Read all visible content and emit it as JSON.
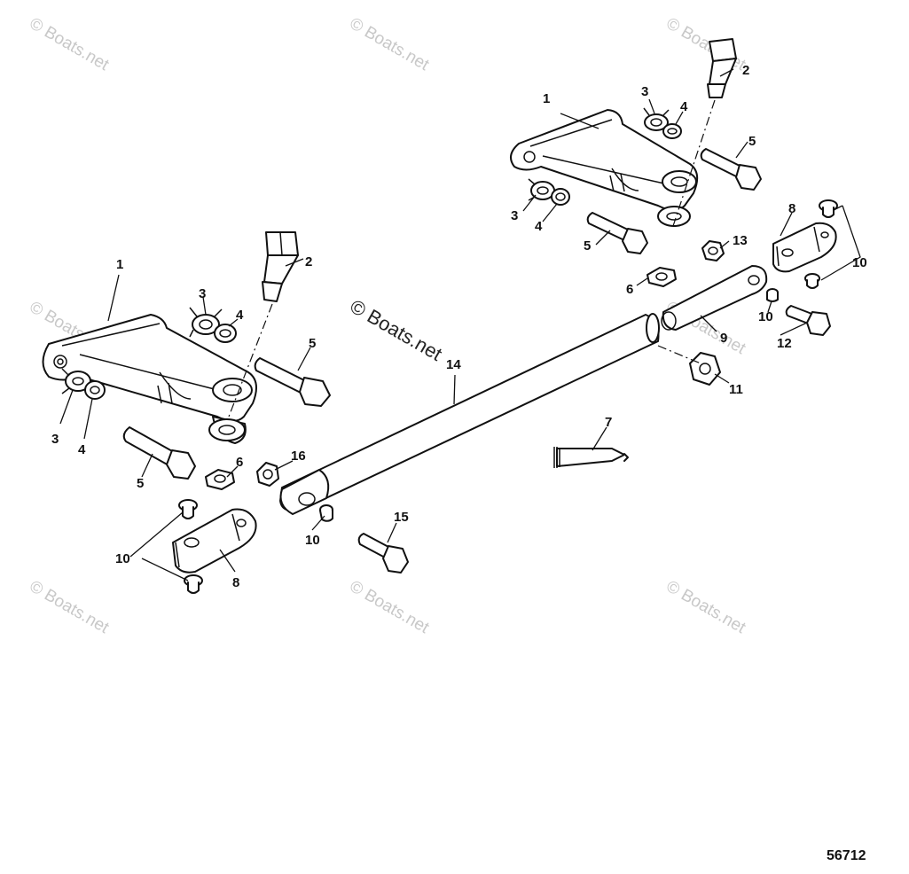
{
  "watermark": "© Boats.net",
  "figure_number": "56712",
  "callouts": {
    "c1a": "1",
    "c1b": "1",
    "c2a": "2",
    "c2b": "2",
    "c3a": "3",
    "c3b": "3",
    "c3c": "3",
    "c3d": "3",
    "c4a": "4",
    "c4b": "4",
    "c4c": "4",
    "c4d": "4",
    "c5a": "5",
    "c5b": "5",
    "c5c": "5",
    "c5d": "5",
    "c6a": "6",
    "c6b": "6",
    "c7": "7",
    "c8a": "8",
    "c8b": "8",
    "c9": "9",
    "c10a": "10",
    "c10b": "10",
    "c10c": "10",
    "c10d": "10",
    "c11": "11",
    "c12": "12",
    "c13": "13",
    "c14": "14",
    "c15": "15",
    "c16": "16"
  }
}
